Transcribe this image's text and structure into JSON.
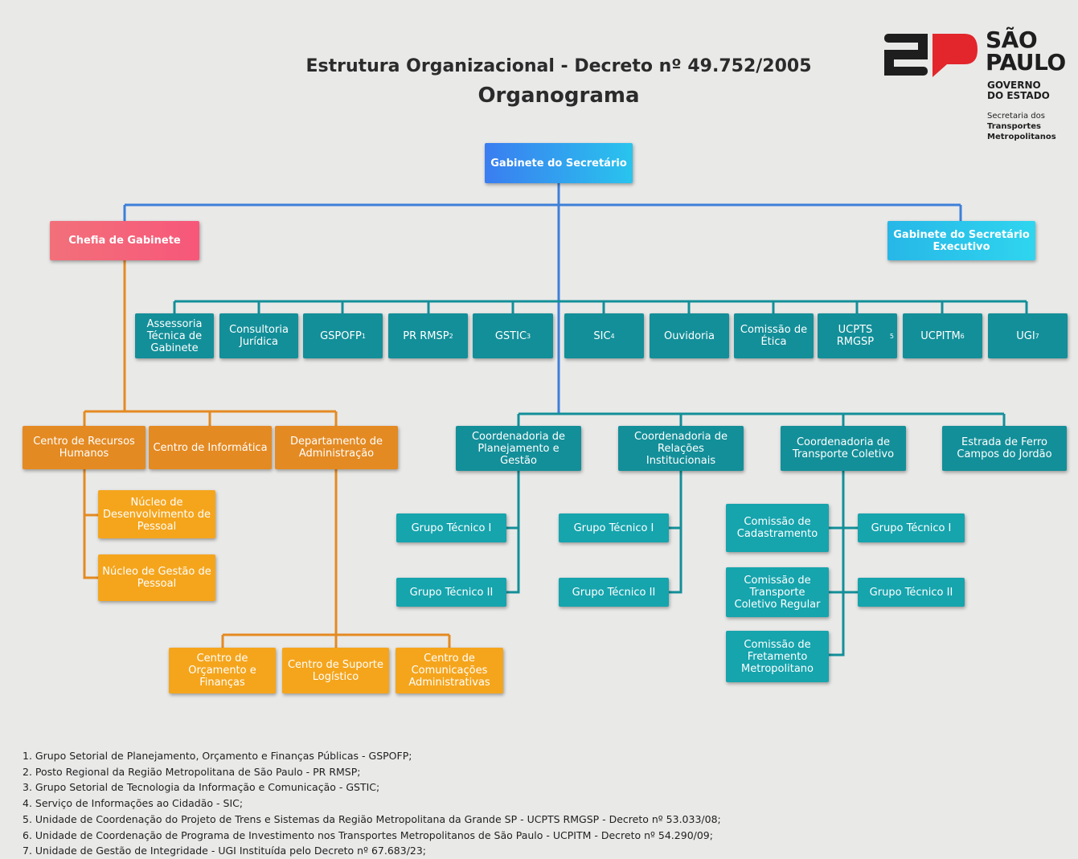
{
  "header": {
    "title": "Estrutura Organizacional - Decreto nº 49.752/2005",
    "subtitle": "Organograma"
  },
  "logo": {
    "name_line1": "SÃO",
    "name_line2": "PAULO",
    "gov_line1": "GOVERNO",
    "gov_line2": "DO ESTADO",
    "sec_line1": "Secretaria dos",
    "sec_line2": "Transportes",
    "sec_line3": "Metropolitanos",
    "colors": {
      "dark": "#1e1e1e",
      "red": "#e2262c"
    }
  },
  "nodes": {
    "gabinete": "Gabinete do Secretário",
    "chefia": "Chefia de Gabinete",
    "executivo": "Gabinete do Secretário Executivo",
    "assessoria": "Assessoria Técnica de Gabinete",
    "consultoria": "Consultoria Jurídica",
    "gspofp": "GSPOFP",
    "gspofp_ref": "1",
    "prrmsp": "PR RMSP",
    "prrmsp_ref": "2",
    "gstic": "GSTIC",
    "gstic_ref": "3",
    "sic": "SIC",
    "sic_ref": "4",
    "ouvidoria": "Ouvidoria",
    "etica": "Comissão de Ética",
    "ucpts": "UCPTS RMGSP",
    "ucpts_ref": "5",
    "ucpitm": "UCPITM",
    "ucpitm_ref": "6",
    "ugi": "UGI",
    "ugi_ref": "7",
    "rh": "Centro de Recursos Humanos",
    "informatica": "Centro de Informática",
    "administracao": "Departamento de Administração",
    "desenvolvimento": "Núcleo de Desenvolvimento de Pessoal",
    "gestao_pessoal": "Núcleo de Gestão de Pessoal",
    "orcamento": "Centro de Orçamento e Finanças",
    "suporte": "Centro de Suporte Logístico",
    "comunicacoes": "Centro de Comunicações Administrativas",
    "planejamento": "Coordenadoria de Planejamento e Gestão",
    "relacoes": "Coordenadoria de Relações Institucionais",
    "transporte": "Coordenadoria de Transporte Coletivo",
    "estrada": "Estrada de Ferro Campos do Jordão",
    "cadastramento": "Comissão de Cadastramento",
    "regular": "Comissão de Transporte Coletivo Regular",
    "fretamento": "Comissão de Fretamento Metropolitano",
    "grupo_i": "Grupo Técnico I",
    "grupo_ii": "Grupo Técnico II"
  },
  "colors": {
    "blue_line": "#3d7fd8",
    "orange_line": "#e48a22",
    "teal_line": "#138f99"
  },
  "notes": [
    "1. Grupo Setorial de Planejamento, Orçamento e Finanças Públicas - GSPOFP;",
    "2. Posto Regional da Região Metropolitana de São Paulo - PR RMSP;",
    "3. Grupo Setorial de Tecnologia da Informação e Comunicação - GSTIC;",
    "4. Serviço de Informações ao Cidadão - SIC;",
    "5. Unidade de Coordenação do Projeto de Trens e Sistemas da Região Metropolitana da Grande SP - UCPTS RMGSP - Decreto nº 53.033/08;",
    "6. Unidade de Coordenação de Programa de Investimento nos Transportes Metropolitanos de São Paulo - UCPITM - Decreto nº 54.290/09;",
    "7. Unidade de Gestão de Integridade - UGI Instituída pelo Decreto nº 67.683/23;"
  ]
}
